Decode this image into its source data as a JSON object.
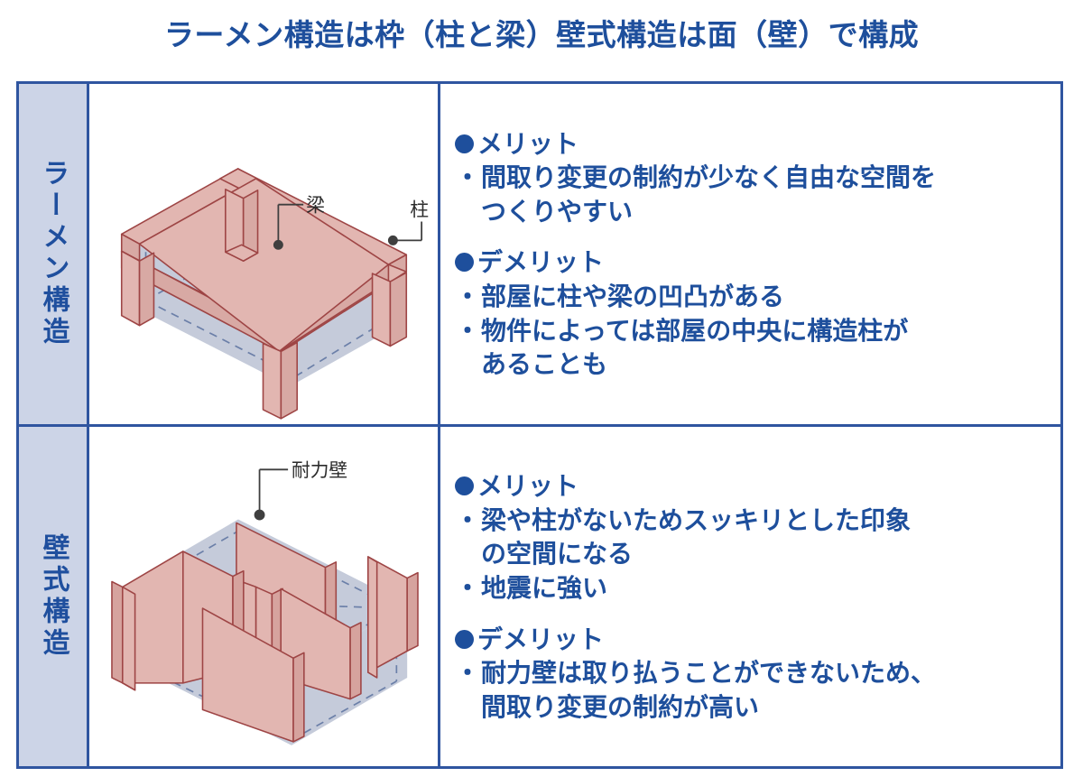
{
  "title": "ラーメン構造は枠（柱と梁）壁式構造は面（壁）で構成",
  "colors": {
    "border": "#2f55a0",
    "header_bg": "#ccd4e7",
    "text_blue": "#1e4f9c",
    "member_fill": "#e2b6b1",
    "member_stroke": "#9e4545",
    "volume_fill": "#c5cbda",
    "hidden_edge": "#6b7fa8",
    "label_dark": "#2b2b2b"
  },
  "rows": [
    {
      "header": "ラーメン構造",
      "diagram": {
        "name": "rahmen-frame-isometric",
        "labels": [
          {
            "text": "梁",
            "name": "beam-label"
          },
          {
            "text": "柱",
            "name": "column-label"
          }
        ]
      },
      "sections": [
        {
          "heading": "メリット",
          "items": [
            {
              "mark": "・",
              "lines": [
                "間取り変更の制約が少なく自由な空間を",
                "つくりやすい"
              ]
            }
          ]
        },
        {
          "heading": "デメリット",
          "items": [
            {
              "mark": "・",
              "lines": [
                "部屋に柱や梁の凹凸がある"
              ]
            },
            {
              "mark": "・",
              "lines": [
                "物件によっては部屋の中央に構造柱が",
                "あることも"
              ]
            }
          ]
        }
      ]
    },
    {
      "header": "壁式構造",
      "diagram": {
        "name": "wall-structure-isometric",
        "labels": [
          {
            "text": "耐力壁",
            "name": "bearing-wall-label"
          }
        ]
      },
      "sections": [
        {
          "heading": "メリット",
          "items": [
            {
              "mark": "・",
              "lines": [
                "梁や柱がないためスッキリとした印象",
                "の空間になる"
              ]
            },
            {
              "mark": "・",
              "lines": [
                "地震に強い"
              ]
            }
          ]
        },
        {
          "heading": "デメリット",
          "items": [
            {
              "mark": "・",
              "lines": [
                "耐力壁は取り払うことができないため、",
                "間取り変更の制約が高い"
              ]
            }
          ]
        }
      ]
    }
  ]
}
